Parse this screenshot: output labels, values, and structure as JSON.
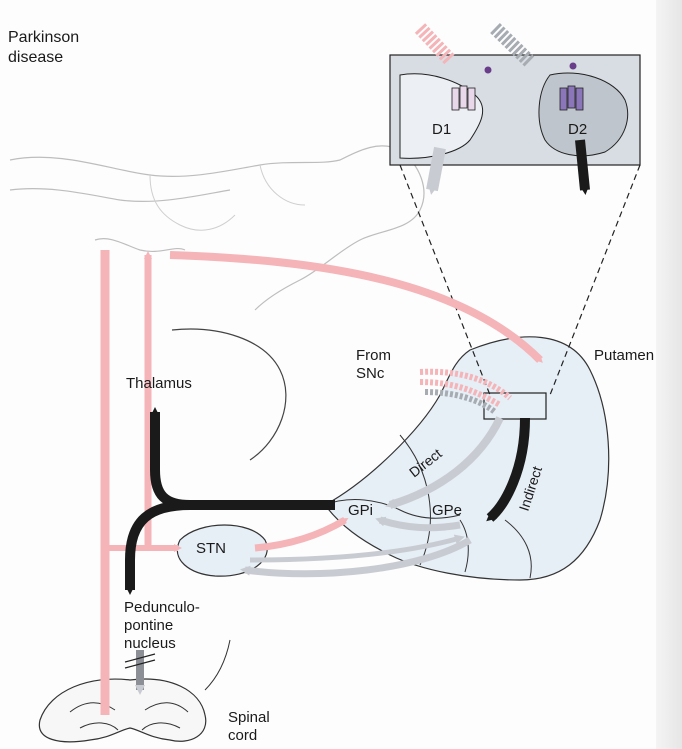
{
  "title_line1": "Parkinson",
  "title_line2": "disease",
  "labels": {
    "d1": "D1",
    "d2": "D2",
    "from_line1": "From",
    "from_line2": "SNc",
    "putamen": "Putamen",
    "thalamus": "Thalamus",
    "direct": "Direct",
    "indirect": "Indirect",
    "gpi": "GPi",
    "gpe": "GPe",
    "stn": "STN",
    "ppn_line1": "Pedunculo-",
    "ppn_line2": "pontine",
    "ppn_line3": "nucleus",
    "spinal_line1": "Spinal",
    "spinal_line2": "cord"
  },
  "colors": {
    "excitatory_pathway": "#f4b4b8",
    "inhibitory_increased": "#1a1a1a",
    "inhibitory_reduced": "#c8ccd2",
    "basal_ganglia_fill": "#e6eef6",
    "inset_background": "#d8dde3",
    "d1_receptor": "#e8d8ea",
    "d2_receptor": "#8a76b8"
  }
}
